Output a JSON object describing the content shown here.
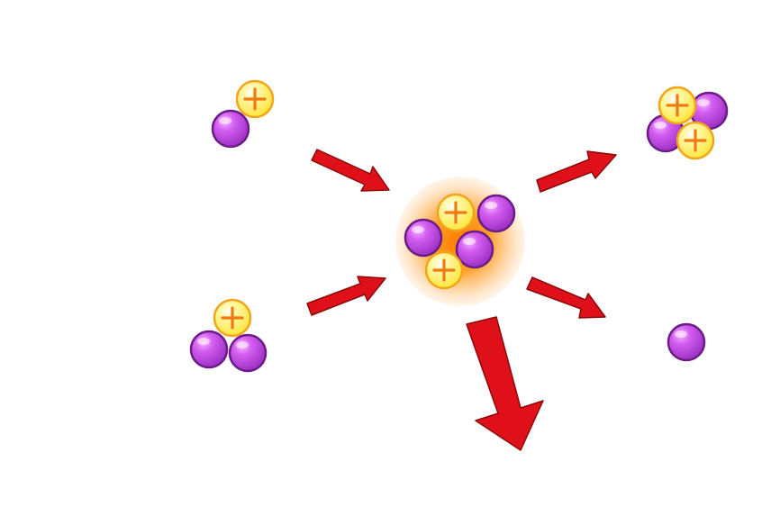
{
  "diagram": {
    "colors": {
      "background": "#ffffff",
      "proton_fill": "#fff27a",
      "proton_stroke": "#f2a51a",
      "plus_sign": "#f07a12",
      "neutron_fill": "#c94de8",
      "neutron_stroke": "#6b1c86",
      "arrow_fill": "#e0101a",
      "arrow_stroke": "#8a0a0a",
      "glow_center": "#ff8a00",
      "glow_edge": "#ffd2a0"
    },
    "icons": {
      "proton": "proton-plus-icon",
      "neutron": "neutron-ball-icon",
      "arrow": "red-arrow-icon"
    },
    "groups": [
      {
        "id": "deuterium",
        "protons": 1,
        "neutrons": 1
      },
      {
        "id": "tritium",
        "protons": 1,
        "neutrons": 2
      },
      {
        "id": "fusion-core",
        "protons": 2,
        "neutrons": 3
      },
      {
        "id": "helium-nucleus",
        "protons": 2,
        "neutrons": 2
      },
      {
        "id": "free-neutron",
        "protons": 0,
        "neutrons": 1
      }
    ],
    "arrows": [
      {
        "id": "deuterium-to-core"
      },
      {
        "id": "tritium-to-core"
      },
      {
        "id": "core-to-helium"
      },
      {
        "id": "core-to-neutron"
      },
      {
        "id": "core-energy-release"
      }
    ]
  }
}
